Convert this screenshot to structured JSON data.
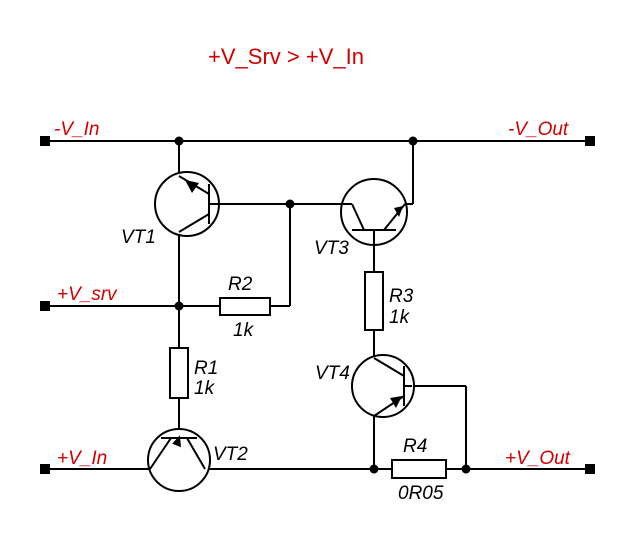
{
  "title": "+V_Srv > +V_In",
  "ports": {
    "v_in_minus": "-V_In",
    "v_out_minus": "-V_Out",
    "v_srv_plus": "+V_srv",
    "v_in_plus": "+V_In",
    "v_out_plus": "+V_Out"
  },
  "transistors": {
    "vt1": "VT1",
    "vt2": "VT2",
    "vt3": "VT3",
    "vt4": "VT4"
  },
  "resistors": {
    "r1": {
      "name": "R1",
      "value": "1k"
    },
    "r2": {
      "name": "R2",
      "value": "1k"
    },
    "r3": {
      "name": "R3",
      "value": "1k"
    },
    "r4": {
      "name": "R4",
      "value": "0R05"
    }
  },
  "colors": {
    "label_red": "#d10000",
    "wire": "#000000"
  }
}
